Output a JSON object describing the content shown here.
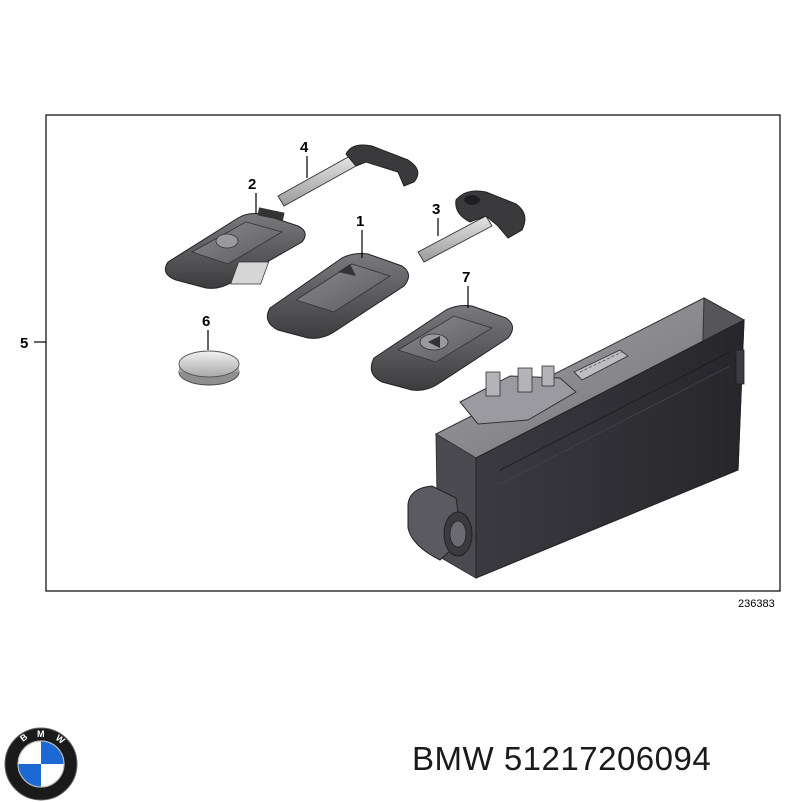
{
  "diagram": {
    "callouts": [
      "1",
      "2",
      "3",
      "4",
      "5",
      "6",
      "7"
    ],
    "drawing_number": "236383"
  },
  "footer": {
    "brand": "BMW",
    "part_number": "51217206094",
    "logo_letters": "BMW"
  },
  "colors": {
    "frame": "#000000",
    "key_body": "#4a4a4c",
    "key_top": "#6b6b6e",
    "module_body": "#2e2e33",
    "module_top": "#8a8a8f",
    "logo_blue": "#1c69d4"
  }
}
